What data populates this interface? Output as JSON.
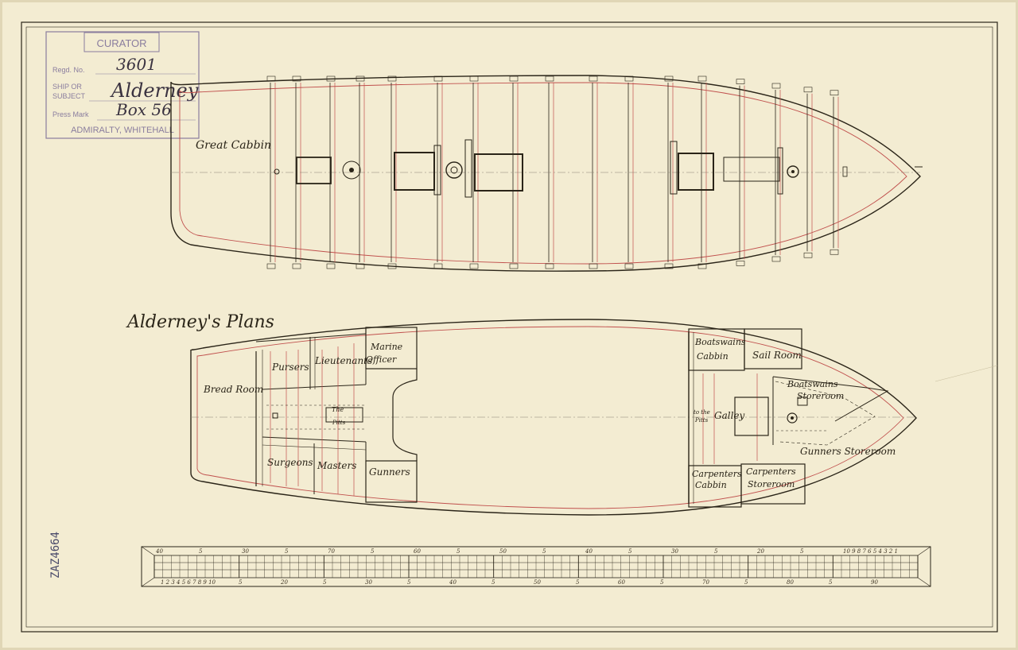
{
  "stamp": {
    "header": "CURATOR",
    "regd_label": "Regd. No.",
    "regd_value": "3601",
    "ship_label_1": "SHIP OR",
    "ship_label_2": "SUBJECT",
    "ship_value": "Alderney",
    "press_label": "Press Mark",
    "press_value": "Box 56",
    "footer": "ADMIRALTY, WHITEHALL"
  },
  "plan_title": "Alderney's Plans",
  "catalog_number": "ZAZ4664",
  "upper_deck": {
    "labels": [
      "Great Cabbin"
    ]
  },
  "lower_deck": {
    "labels": {
      "bread_room": "Bread Room",
      "pursers": "Pursers",
      "lieutenants": "Lieutenants",
      "marine_1": "Marine",
      "marine_2": "Officer",
      "surgeons": "Surgeons",
      "masters": "Masters",
      "gunners": "Gunners",
      "the_1": "The",
      "the_2": "Pitts",
      "boatswains_1": "Boatswains",
      "boatswains_2": "Cabbin",
      "sail_room": "Sail Room",
      "bosun_store_1": "Boatswains",
      "bosun_store_2": "Storeroom",
      "to_the_1": "to the",
      "to_the_2": "Pitts",
      "galley": "Galley",
      "gunners_store": "Gunners Storeroom",
      "carp_cabbin_1": "Carpenters",
      "carp_cabbin_2": "Cabbin",
      "carp_store_1": "Carpenters",
      "carp_store_2": "Storeroom"
    }
  },
  "scale": {
    "top_labels": [
      "40",
      "5",
      "30",
      "5",
      "70",
      "5",
      "60",
      "5",
      "50",
      "5",
      "40",
      "5",
      "30",
      "5",
      "20",
      "5",
      "10 9 8 7 6 5 4 3 2 1"
    ],
    "bottom_labels": [
      "1 2 3 4 5 6 7 8 9 10",
      "5",
      "20",
      "5",
      "30",
      "5",
      "40",
      "5",
      "50",
      "5",
      "60",
      "5",
      "70",
      "5",
      "80",
      "5",
      "90"
    ]
  },
  "colors": {
    "paper": "#f3ecd2",
    "ink": "#2a2418",
    "red_line": "#c0504d",
    "stamp": "#8a7d9e"
  }
}
